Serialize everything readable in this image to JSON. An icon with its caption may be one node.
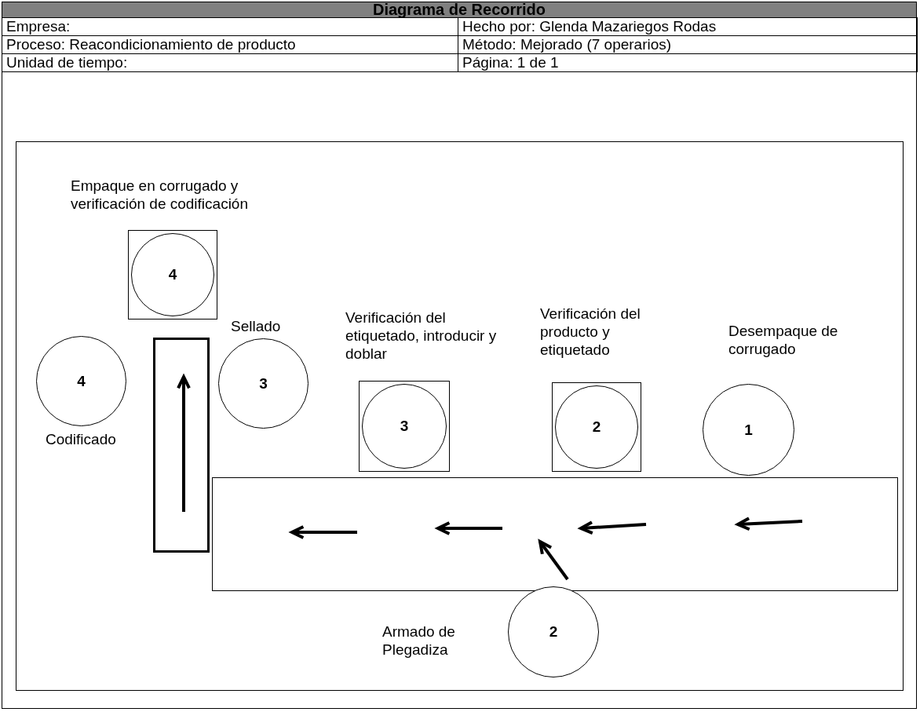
{
  "diagram": {
    "title": "Diagrama de Recorrido",
    "nodes": [
      {
        "text": [],
        "shape": "box"
      },
      {
        "text": [
          "4"
        ],
        "in": 0,
        "beside": [
          "Empaque en corrugado y verificación de codificación"
        ]
      },
      {
        "text": [],
        "shape": "box"
      },
      {
        "text": [
          "4"
        ],
        "beside": [
          "Codificado"
        ]
      },
      {
        "text": [
          "3"
        ],
        "beside": [
          "Sellado"
        ]
      },
      {
        "text": [],
        "shape": "box"
      },
      {
        "text": [
          "3"
        ],
        "in": 5,
        "beside": [
          "Verificación del etiquetado, introducir y doblar"
        ]
      },
      {
        "text": [],
        "shape": "box"
      },
      {
        "text": [
          "2"
        ],
        "in": 7,
        "beside": [
          "Verificación del producto y etiquetado"
        ]
      },
      {
        "text": [
          "1"
        ],
        "beside": [
          "Desempaque de corrugado"
        ]
      },
      {
        "text": [],
        "shape": "box"
      },
      {
        "text": [
          "2"
        ],
        "beside": [
          "Armado de Plegadiza"
        ]
      }
    ],
    "labels": [
      "Empresa:",
      "Hecho por: Glenda Mazariegos Rodas",
      "Proceso: Reacondicionamiento de producto",
      "Método: Mejorado (7 operarios)",
      "Unidad de tiempo:",
      "Página: 1 de 1"
    ]
  }
}
